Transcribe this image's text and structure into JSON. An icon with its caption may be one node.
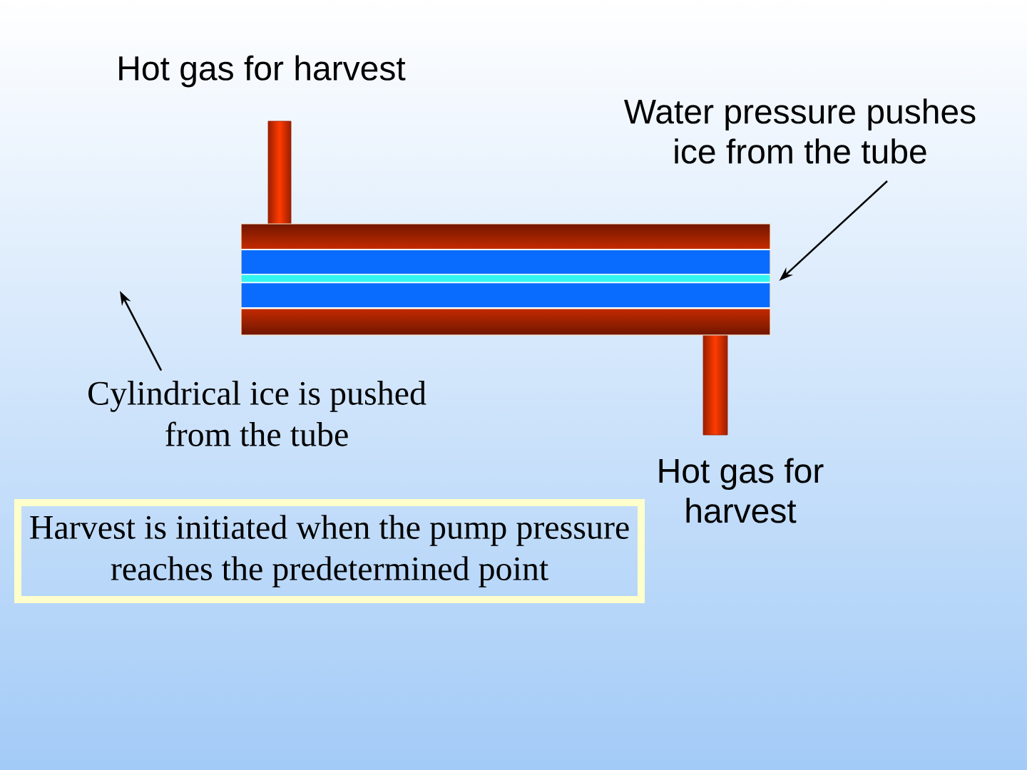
{
  "diagram": {
    "nodes": [
      {
        "text": [
          "Water pressure pushes ice from the tube"
        ]
      },
      {
        "text": [],
        "shape": "picture"
      },
      {
        "text": [
          "Cylindrical ice is pushed from the tube"
        ]
      },
      {
        "text": [
          "Harvest is initiated when the pump pressure reaches the predetermined point"
        ]
      }
    ],
    "edges": [
      {
        "from": 0,
        "to": 1,
        "arrow": "to"
      },
      {
        "from": 2,
        "to": null,
        "arrow": "to"
      }
    ],
    "labels": [
      "Hot gas for harvest",
      "Hot gas for harvest"
    ]
  }
}
